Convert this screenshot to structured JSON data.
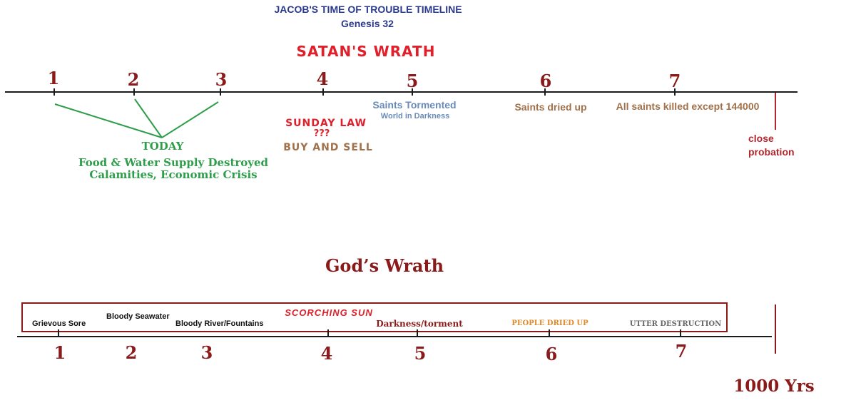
{
  "header": {
    "title": "JACOB'S TIME OF TROUBLE TIMELINE",
    "subtitle": "Genesis 32"
  },
  "satans_wrath": {
    "heading": "SATAN'S WRATH",
    "numbers": [
      "1",
      "2",
      "3",
      "4",
      "5",
      "6",
      "7"
    ],
    "today_label": "TODAY",
    "today_desc_line1": "Food & Water Supply Destroyed",
    "today_desc_line2": "Calamities, Economic Crisis",
    "sunday_law": "SUNDAY LAW",
    "question_marks": "???",
    "buy_sell": "BUY AND SELL",
    "saints_tormented": "Saints Tormented",
    "world_darkness": "World in Darkness",
    "saints_dried": "Saints dried up",
    "all_killed": "All saints killed except 144000",
    "close_line1": "close",
    "close_line2": "probation"
  },
  "gods_wrath": {
    "heading": "God’s Wrath",
    "numbers": [
      "1",
      "2",
      "3",
      "4",
      "5",
      "6",
      "7"
    ],
    "plagues": {
      "sore": "Grievous Sore",
      "seawater": "Bloody Seawater",
      "river": "Bloody River/Fountains",
      "sun": "SCORCHING SUN",
      "darkness": "Darkness/torment",
      "dried": "PEOPLE DRIED UP",
      "destruction": "UTTER DESTRUCTION"
    },
    "millennium": "1000 Yrs"
  },
  "colors": {
    "title_blue": "#2b3a8f",
    "red": "#e0202a",
    "dark_red": "#8b1a1a",
    "green": "#2e9e4a",
    "brown": "#a0714a",
    "steel_blue": "#6a8bb8",
    "orange": "#e08a2a",
    "grey": "#666666"
  }
}
